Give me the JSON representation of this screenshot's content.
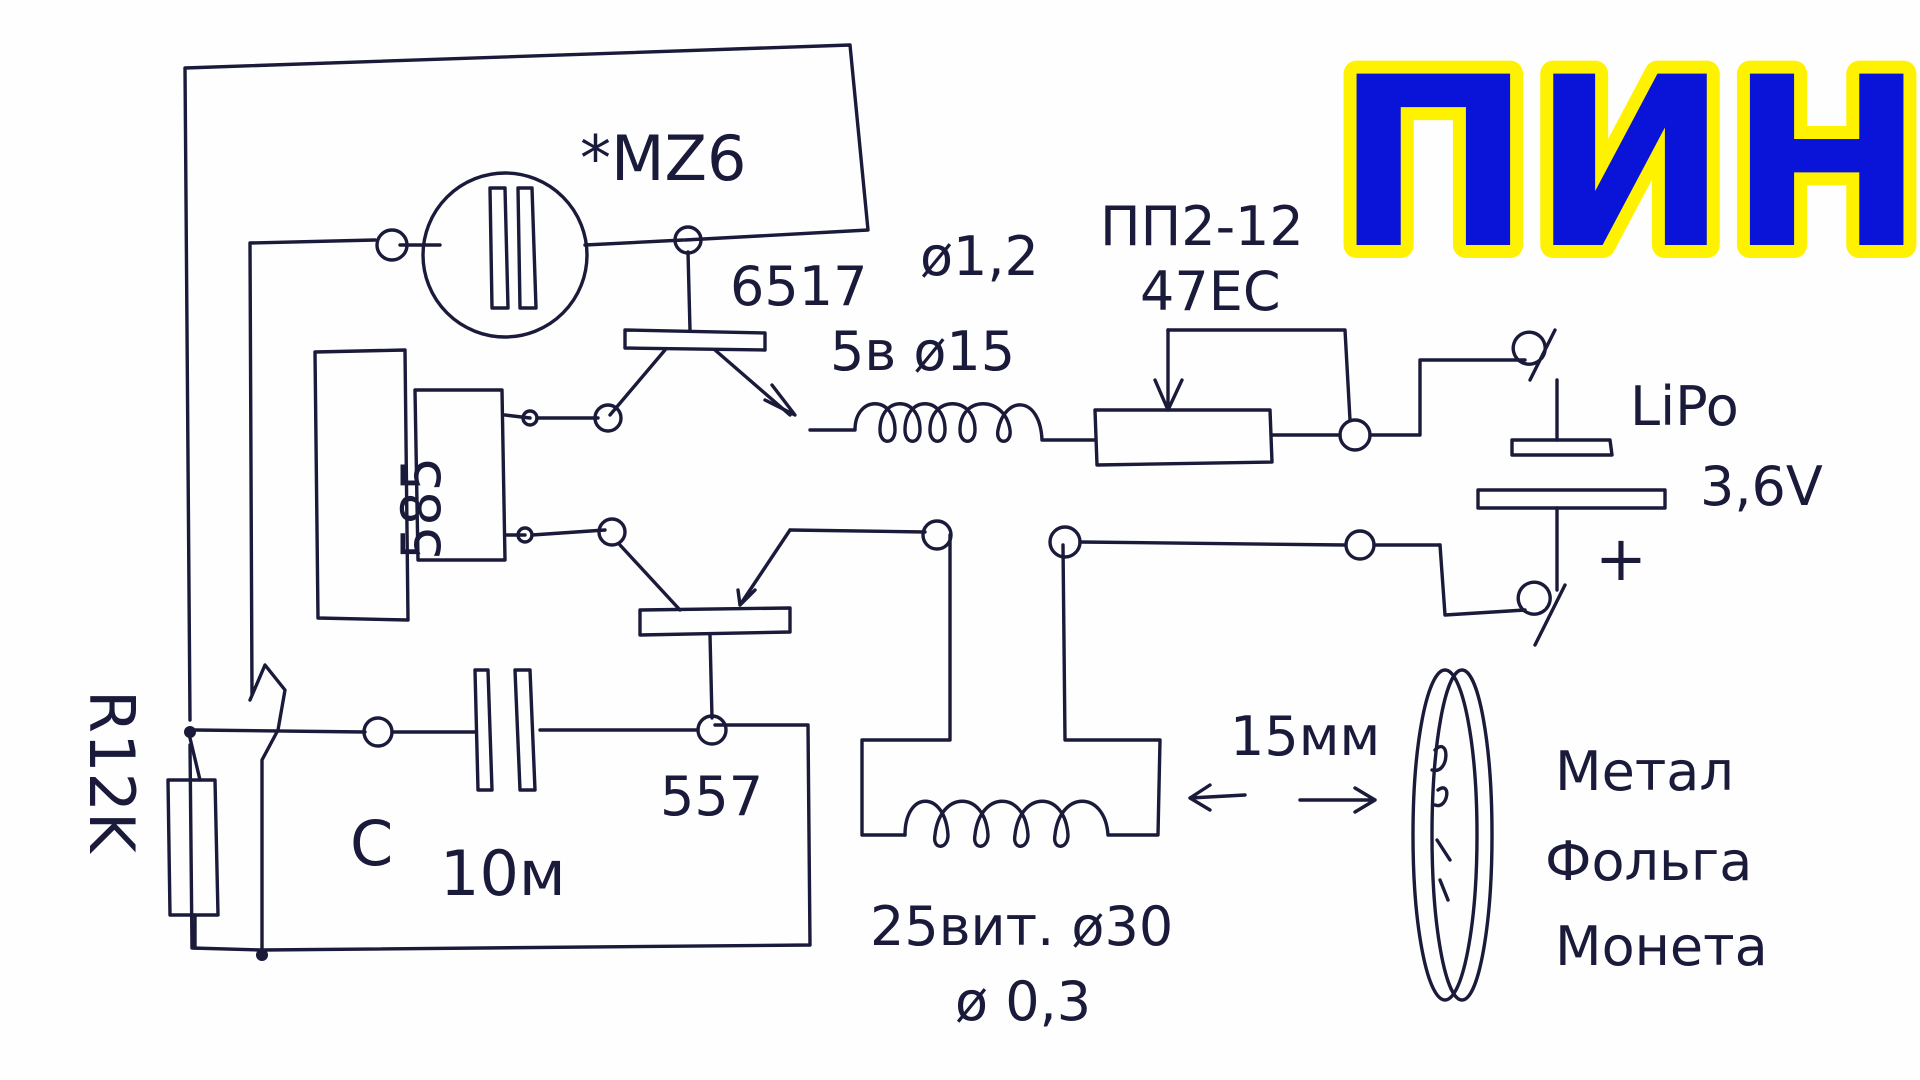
{
  "banner": {
    "text": "ПИН",
    "fill_color": "#0a14d8",
    "outline_color": "#fff200"
  },
  "labels": {
    "relay": "*MZ6",
    "transistor_top": "6517",
    "wire_diameter": "ø1,2",
    "coil_small": "5в ø15",
    "pot_model": "ПП2-12",
    "pot_value": "47ЕС",
    "battery_type": "LiPo",
    "battery_voltage": "3,6V",
    "battery_plus": "+",
    "chip": "585",
    "resistor": "R12K",
    "capacitor_name": "C",
    "capacitor_value": "10м",
    "transistor_bottom": "557",
    "coil_big": "25вит. ø30",
    "coil_wire": "ø 0,3",
    "distance": "15мм",
    "target_line1": "Метал",
    "target_line2": "Фольга",
    "target_line3": "Монета"
  }
}
